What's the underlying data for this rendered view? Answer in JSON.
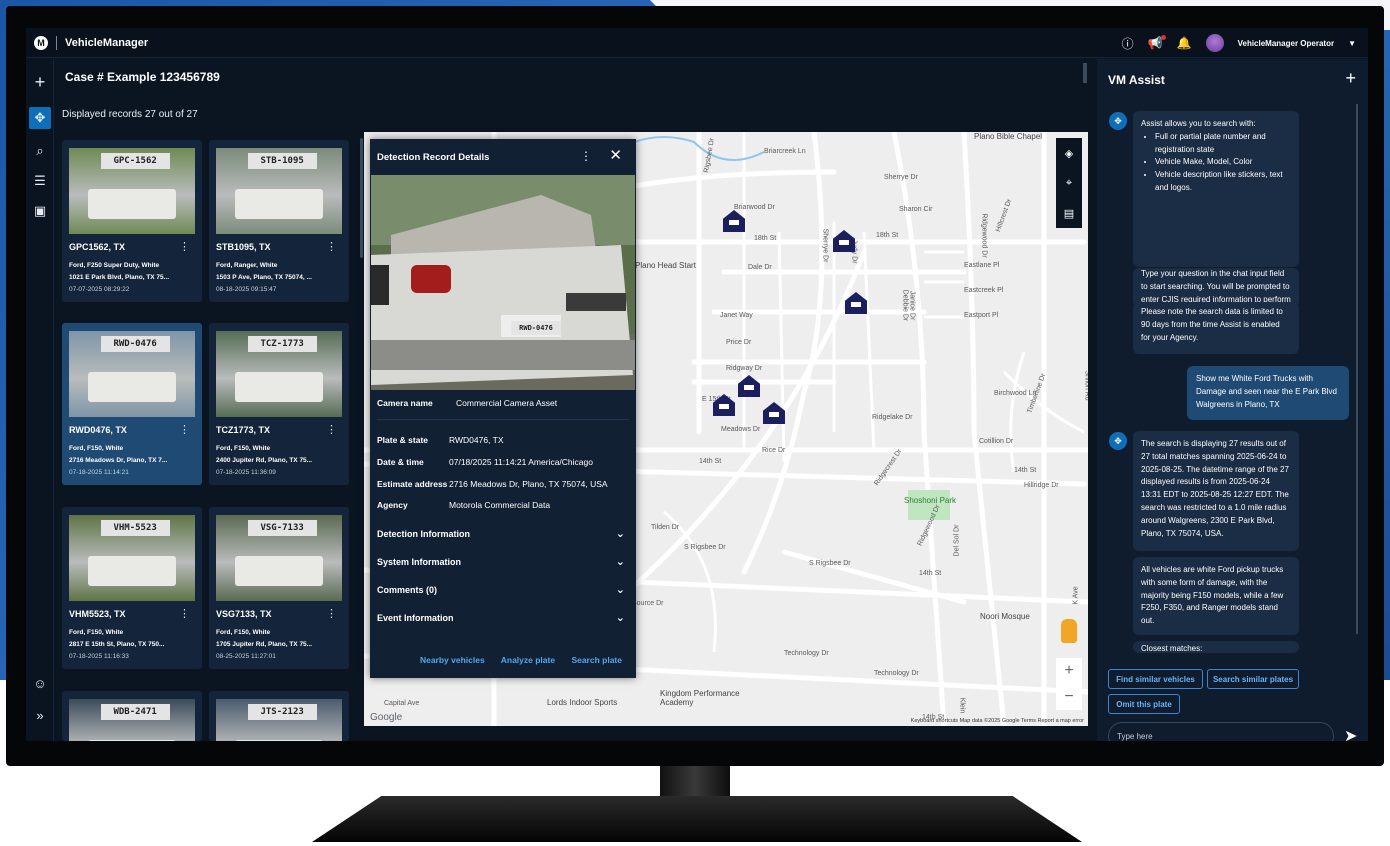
{
  "app": {
    "title": "VehicleManager",
    "user": "VehicleManager Operator"
  },
  "case": {
    "title": "Case # Example 123456789",
    "records": "Displayed records 27 out of 27"
  },
  "records": [
    {
      "photo_plate": "GPC-1562",
      "plate": "GPC1562, TX",
      "line1": "Ford, F250 Super Duty, White",
      "line2": "1021 E Park Blvd, Plano, TX 75...",
      "time": "07-07-2025 08:29:22"
    },
    {
      "photo_plate": "STB-1095",
      "plate": "STB1095, TX",
      "line1": "Ford, Ranger, White",
      "line2": "1503 P Ave, Plano, TX 75074, ...",
      "time": "08-18-2025 09:15:47"
    },
    {
      "photo_plate": "RWD-0476",
      "plate": "RWD0476, TX",
      "line1": "Ford, F150, White",
      "line2": "2716 Meadows Dr, Plano, TX 7...",
      "time": "07-18-2025 11:14:21"
    },
    {
      "photo_plate": "TCZ-1773",
      "plate": "TCZ1773, TX",
      "line1": "Ford, F150, White",
      "line2": "2400 Jupiter Rd, Plano, TX 75...",
      "time": "07-18-2025 11:36:09"
    },
    {
      "photo_plate": "VHM-5523",
      "plate": "VHM5523, TX",
      "line1": "Ford, F150, White",
      "line2": "2817 E 15th St, Plano, TX 750...",
      "time": "07-18-2025 11:16:33"
    },
    {
      "photo_plate": "VSG-7133",
      "plate": "VSG7133, TX",
      "line1": "Ford, F150, White",
      "line2": "1705 Jupiter Rd, Plano, TX 75...",
      "time": "08-25-2025 11:27:01"
    },
    {
      "photo_plate": "WDB-2471",
      "plate": "",
      "line1": "",
      "line2": "",
      "time": ""
    },
    {
      "photo_plate": "JTS-2123",
      "plate": "",
      "line1": "",
      "line2": "",
      "time": ""
    }
  ],
  "detail": {
    "title": "Detection Record Details",
    "photo_plate": "RWD-0476",
    "camera_label": "Camera name",
    "camera_value": "Commercial Camera Asset",
    "plate_label": "Plate & state",
    "plate_value": "RWD0476, TX",
    "date_label": "Date & time",
    "date_value": "07/18/2025  11:14:21 America/Chicago",
    "addr_label": "Estimate address",
    "addr_value": "2716 Meadows Dr, Plano, TX 75074, USA",
    "agency_label": "Agency",
    "agency_value": "Motorola Commercial Data",
    "sections": [
      "Detection Information",
      "System Information",
      "Comments (0)",
      "Event Information"
    ],
    "actions": [
      "Nearby vehicles",
      "Analyze plate",
      "Search plate"
    ]
  },
  "map": {
    "streets": [
      "Briarcreek Ln",
      "Sherrye Dr",
      "Sharon Cir",
      "Briarwood Dr",
      "18th St",
      "18th St",
      "Dale Dr",
      "Eastlane Pl",
      "Eastcreek Pl",
      "Eastport Pl",
      "Janet Way",
      "Price Dr",
      "Ridgway Dr",
      "E 15th St",
      "Meadows Dr",
      "Rice Dr",
      "Ridgelake Dr",
      "Cotillion Dr",
      "Birchwood Ln",
      "14th St",
      "14th St",
      "Hillridge Dr",
      "Tilden Dr",
      "S Rigsbee Dr",
      "S Rigsbee Dr",
      "14th St",
      "Source Dr",
      "Technology Dr",
      "Technology Dr",
      "Capital Ave",
      "Shiloh Rd",
      "Timberline Dr",
      "Ridgewood Dr",
      "Judy Dr",
      "Debbie Dr",
      "Janice Dr",
      "Hillcrest Dr",
      "Rigsbee Dr",
      "Sherrye Dr",
      "Ridgecrest Dr",
      "Ridgewood Dr",
      "Del Sol Dr",
      "Pitman Dr",
      "K Ave",
      "14th St",
      "Klein"
    ],
    "places": [
      "Plano Head Start",
      "Shoshoni Park",
      "Noori Mosque",
      "Lords Indoor Sports",
      "Kingdom Performance Academy",
      "Plano Bible Chapel"
    ],
    "google": "Google",
    "footer": "Keyboard shortcuts    Map data ©2025 Google    Terms    Report a map error"
  },
  "assist": {
    "title": "VM Assist",
    "intro": "Assist allows you to search with:",
    "bullets": [
      "Full or partial plate number and registration state",
      "Vehicle Make, Model, Color",
      "Vehicle description like stickers, text and logos."
    ],
    "p1": "Type your question in the chat input field to start searching. You will be prompted to enter CJIS required information to perform the search.",
    "p2": "Please note the search data is limited to 90 days from the time Assist is enabled for your Agency.",
    "user_msg": "Show me White Ford Trucks with Damage and seen near the E Park Blvd Walgreens in Plano, TX",
    "reply1": "The search is displaying 27 results out of 27 total matches spanning 2025-06-24 to 2025-08-25. The datetime range of the 27 displayed results is from 2025-06-24 13:31 EDT to 2025-08-25 12:27 EDT. The search was restricted to a 1.0 mile radius around Walgreens, 2300 E Park Blvd, Plano, TX 75074, USA.",
    "reply2": "All vehicles are white Ford pickup trucks with some form of damage, with the majority being F150 models, while a few F250, F350, and Ranger models stand out.",
    "reply3": "Closest matches:",
    "buttons": [
      "Find similar vehicles",
      "Search similar plates",
      "Omit this plate"
    ],
    "placeholder": "Type here"
  },
  "icons": {
    "brand": "#0e6fb8",
    "link": "#52a7ee"
  }
}
